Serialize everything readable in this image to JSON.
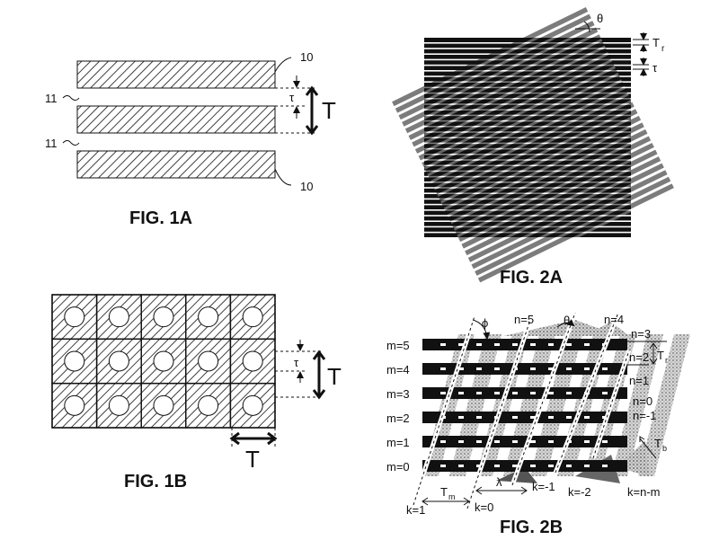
{
  "colors": {
    "ink": "#111111",
    "paper": "#ffffff",
    "gray": "#9a9a9a"
  },
  "fig1a": {
    "caption": "FIG. 1A",
    "ref_strip": "10",
    "ref_gap": "11",
    "tau": "τ",
    "period": "T"
  },
  "fig1b": {
    "caption": "FIG. 1B",
    "tau": "τ",
    "period_v": "T",
    "period_h": "T",
    "grid_rows": 3,
    "grid_cols": 5
  },
  "fig2a": {
    "caption": "FIG. 2A",
    "theta": "θ",
    "period": "T",
    "period_sub": "r",
    "tau": "τ"
  },
  "fig2b": {
    "caption": "FIG. 2B",
    "m_labels": [
      "m=5",
      "m=4",
      "m=3",
      "m=2",
      "m=1",
      "m=0"
    ],
    "n_labels_right": [
      "n=3",
      "n=2",
      "n=1",
      "n=0",
      "n=-1"
    ],
    "n_labels_top": [
      "n=5",
      "n=4"
    ],
    "k_labels": [
      "k=1",
      "k=0",
      "k=-1",
      "k=-2",
      "k=n-m"
    ],
    "phi": "ϕ",
    "theta": "θ",
    "lambda": "λ",
    "t_main": "T",
    "t_m_sub": "m",
    "t_r_sub": "r",
    "t_b_sub": "b"
  }
}
